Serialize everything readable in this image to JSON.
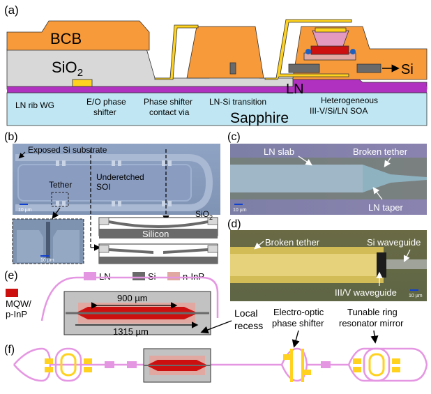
{
  "panels": {
    "a": "(a)",
    "b": "(b)",
    "c": "(c)",
    "d": "(d)",
    "e": "(e)",
    "f": "(f)"
  },
  "a": {
    "bcb": "BCB",
    "sio2": "SiO",
    "sio2_sub": "2",
    "si": "Si",
    "ln": "LN",
    "sapphire": "Sapphire",
    "labels": {
      "rib": "LN rib WG",
      "eo1": "E/O phase",
      "eo2": "shifter",
      "via1": "Phase shifter",
      "via2": "contact via",
      "trans": "LN-Si transition",
      "het1": "Heterogeneous",
      "het2": "III-V/Si/LN SOA"
    }
  },
  "b": {
    "exposed": "Exposed Si substrate",
    "tether": "Tether",
    "under1": "Underetched",
    "under2": "SOI",
    "sio2": "SiO",
    "sio2_sub": "2",
    "silicon": "Silicon",
    "scale": "10 µm"
  },
  "c": {
    "slab": "LN slab",
    "broken": "Broken tether",
    "taper": "LN taper",
    "scale": "10 µm"
  },
  "d": {
    "broken": "Broken tether",
    "siwg": "Si waveguide",
    "iiiv": "III/V waveguide",
    "scale": "10 µm"
  },
  "e": {
    "legend": {
      "ln": "LN",
      "si": "Si",
      "ninp": "n-InP",
      "mqw1": "MQW/",
      "mqw2": "p-InP"
    },
    "len900": "900 µm",
    "len1315": "1315 µm",
    "local1": "Local",
    "local2": "recess",
    "eo1": "Electro-optic",
    "eo2": "phase shifter",
    "ring1": "Tunable ring",
    "ring2": "resonator mirror"
  },
  "colors": {
    "bcb": "#f79a3a",
    "sio2": "#d8d8d8",
    "gold": "#ffd21f",
    "ln_purple": "#b030c0",
    "sapphire": "#bfe6f2",
    "ln_pink": "#e596e2",
    "si_gray": "#6a6a6a",
    "ninp": "#e0a8a0",
    "mqw": "#cc1010"
  }
}
